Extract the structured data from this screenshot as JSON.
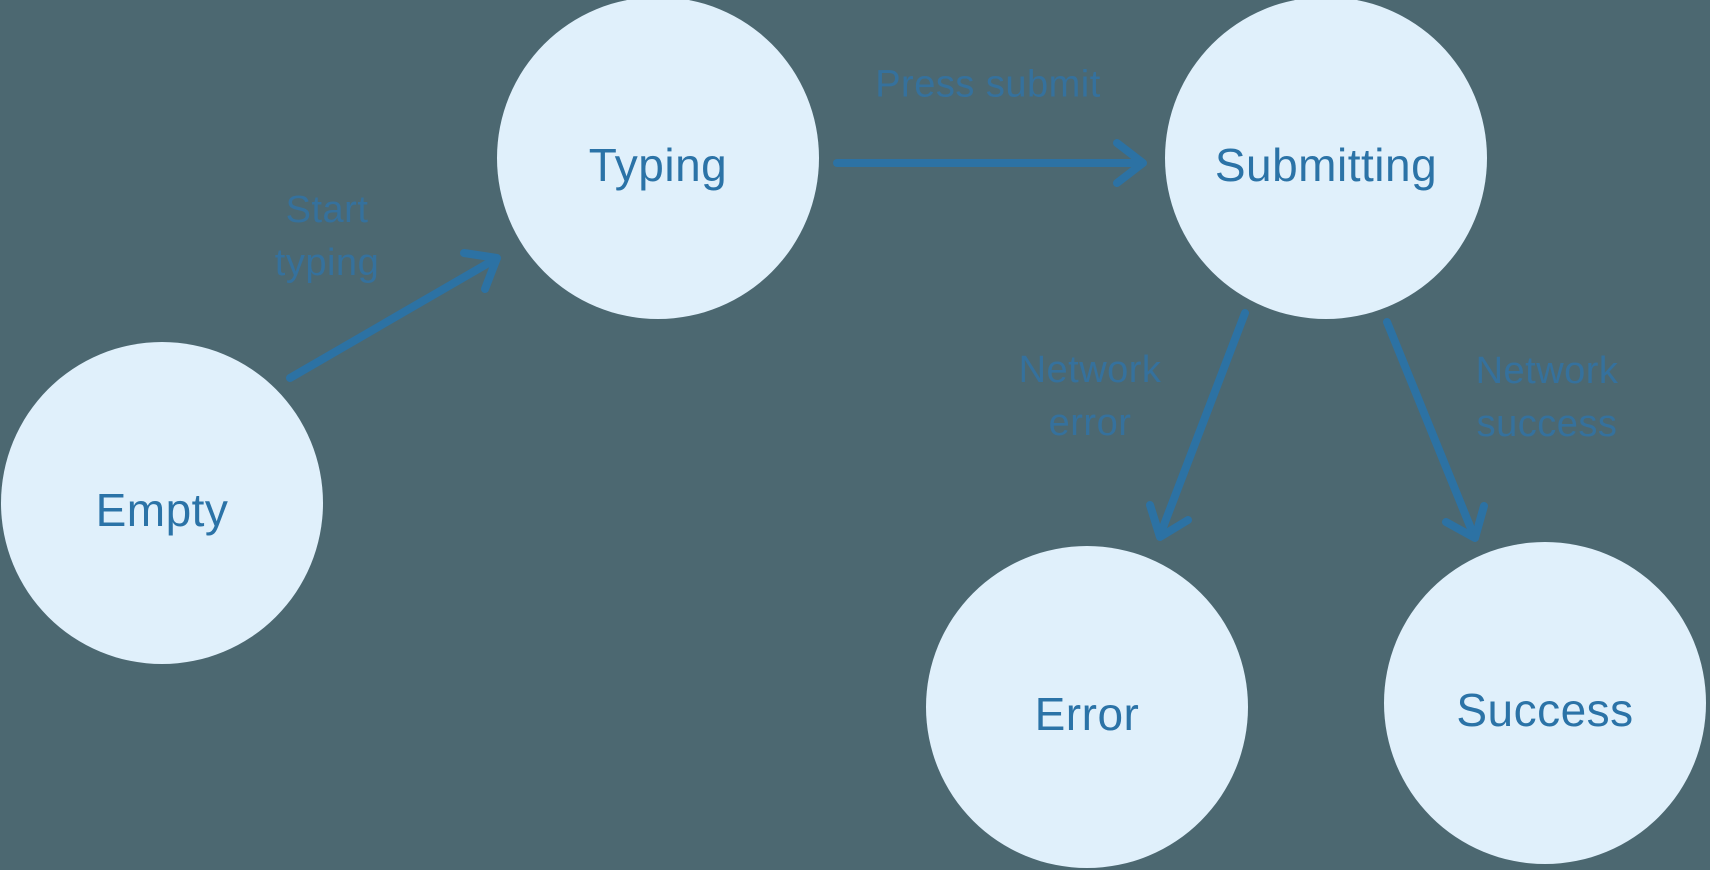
{
  "diagram": {
    "type": "state-machine",
    "colors": {
      "background": "#4c6871",
      "node_fill": "#e0f0fb",
      "node_text": "#2b73a7",
      "arrow": "#2c72a4",
      "edge_label": "#35719d"
    },
    "nodes": [
      {
        "id": "empty",
        "label": "Empty"
      },
      {
        "id": "typing",
        "label": "Typing"
      },
      {
        "id": "submitting",
        "label": "Submitting"
      },
      {
        "id": "error",
        "label": "Error"
      },
      {
        "id": "success",
        "label": "Success"
      }
    ],
    "edges": [
      {
        "from": "Empty",
        "to": "Typing",
        "label": "Start typing",
        "label_lines": [
          "Start",
          "typing"
        ]
      },
      {
        "from": "Typing",
        "to": "Submitting",
        "label": "Press submit",
        "label_lines": [
          "Press submit"
        ]
      },
      {
        "from": "Submitting",
        "to": "Error",
        "label": "Network error",
        "label_lines": [
          "Network",
          "error"
        ]
      },
      {
        "from": "Submitting",
        "to": "Success",
        "label": "Network success",
        "label_lines": [
          "Network",
          "success"
        ]
      }
    ]
  }
}
